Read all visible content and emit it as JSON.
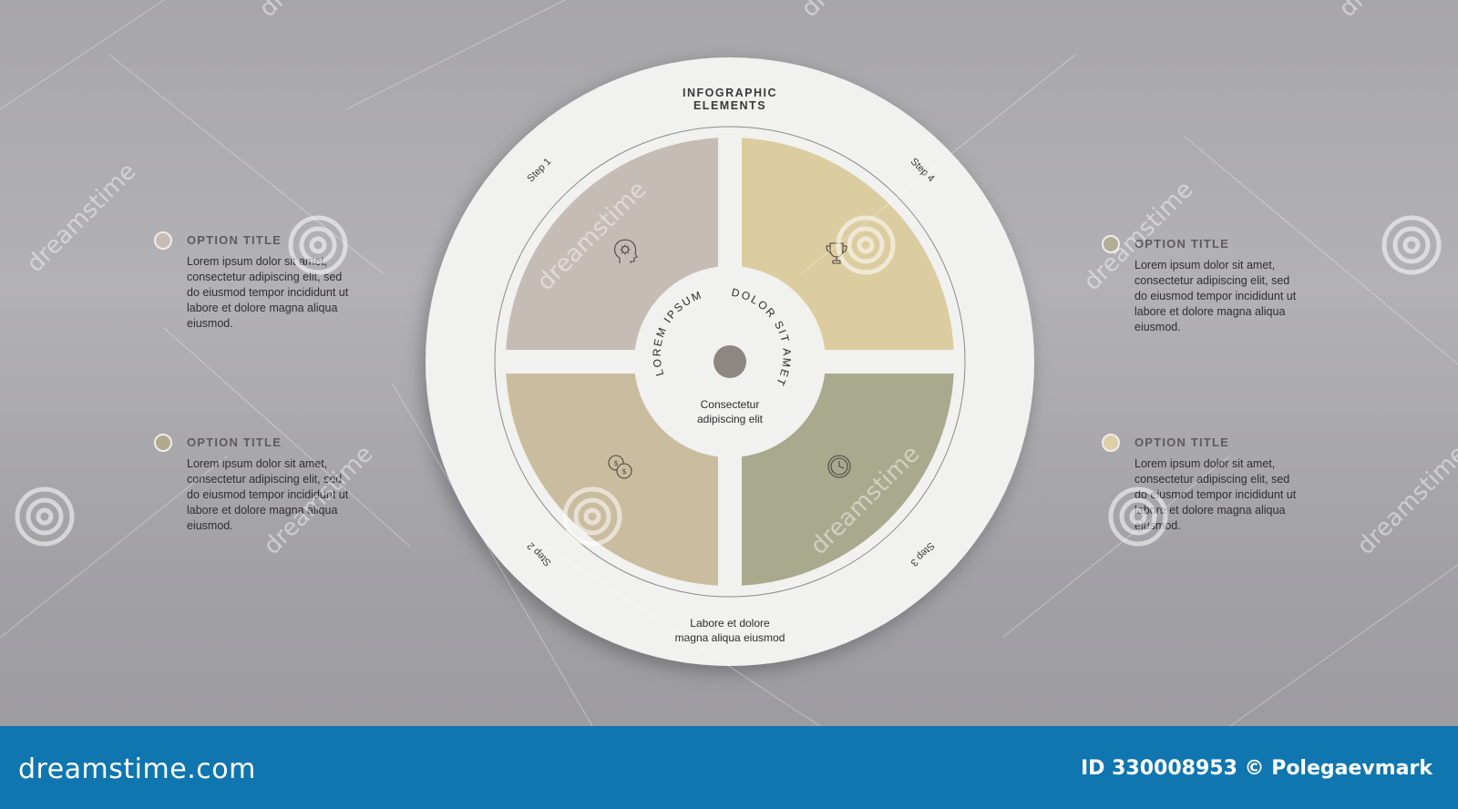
{
  "diagram": {
    "header": [
      "INFOGRAPHIC",
      "ELEMENTS"
    ],
    "center_arc_left": "LOREM IPSUM",
    "center_arc_right": "DOLOR SIT AMET",
    "center_caption": [
      "Consectetur",
      "adipiscing elit"
    ],
    "bottom_caption": [
      "Labore et dolore",
      "magna aliqua eiusmod"
    ],
    "steps": [
      {
        "label": "Step 1",
        "color": "#c5bcb6",
        "icon": "head-gear-icon"
      },
      {
        "label": "Step 2",
        "color": "#cabd9f",
        "icon": "coins-icon"
      },
      {
        "label": "Step 3",
        "color": "#a9a98d",
        "icon": "clock-icon"
      },
      {
        "label": "Step 4",
        "color": "#dccda0",
        "icon": "trophy-icon"
      }
    ]
  },
  "options": [
    {
      "title": "OPTION TITLE",
      "color": "#c8bdb6",
      "body": [
        "Lorem ipsum dolor sit amet,",
        "consectetur adipiscing elit, sed",
        "do eiusmod tempor incididunt ut",
        "labore et dolore magna aliqua",
        "eiusmod."
      ]
    },
    {
      "title": "OPTION TITLE",
      "color": "#b2aa8c",
      "body": [
        "Lorem ipsum dolor sit amet,",
        "consectetur adipiscing elit, sed",
        "do eiusmod tempor incididunt ut",
        "labore et dolore magna aliqua",
        "eiusmod."
      ]
    },
    {
      "title": "OPTION TITLE",
      "color": "#b0ae93",
      "body": [
        "Lorem ipsum dolor sit amet,",
        "consectetur adipiscing elit, sed",
        "do eiusmod tempor incididunt ut",
        "labore et dolore magna aliqua",
        "eiusmod."
      ]
    },
    {
      "title": "OPTION TITLE",
      "color": "#dccfa6",
      "body": [
        "Lorem ipsum dolor sit amet,",
        "consectetur adipiscing elit, sed",
        "do eiusmod tempor incididunt ut",
        "labore et dolore magna aliqua",
        "eiusmod."
      ]
    }
  ],
  "watermark": {
    "text": "dreamstime",
    "footer_brand": "dreamstime.com",
    "footer_credit": "ID 330008953 © Polegaevmark",
    "bar_color": "#0f76b0"
  }
}
